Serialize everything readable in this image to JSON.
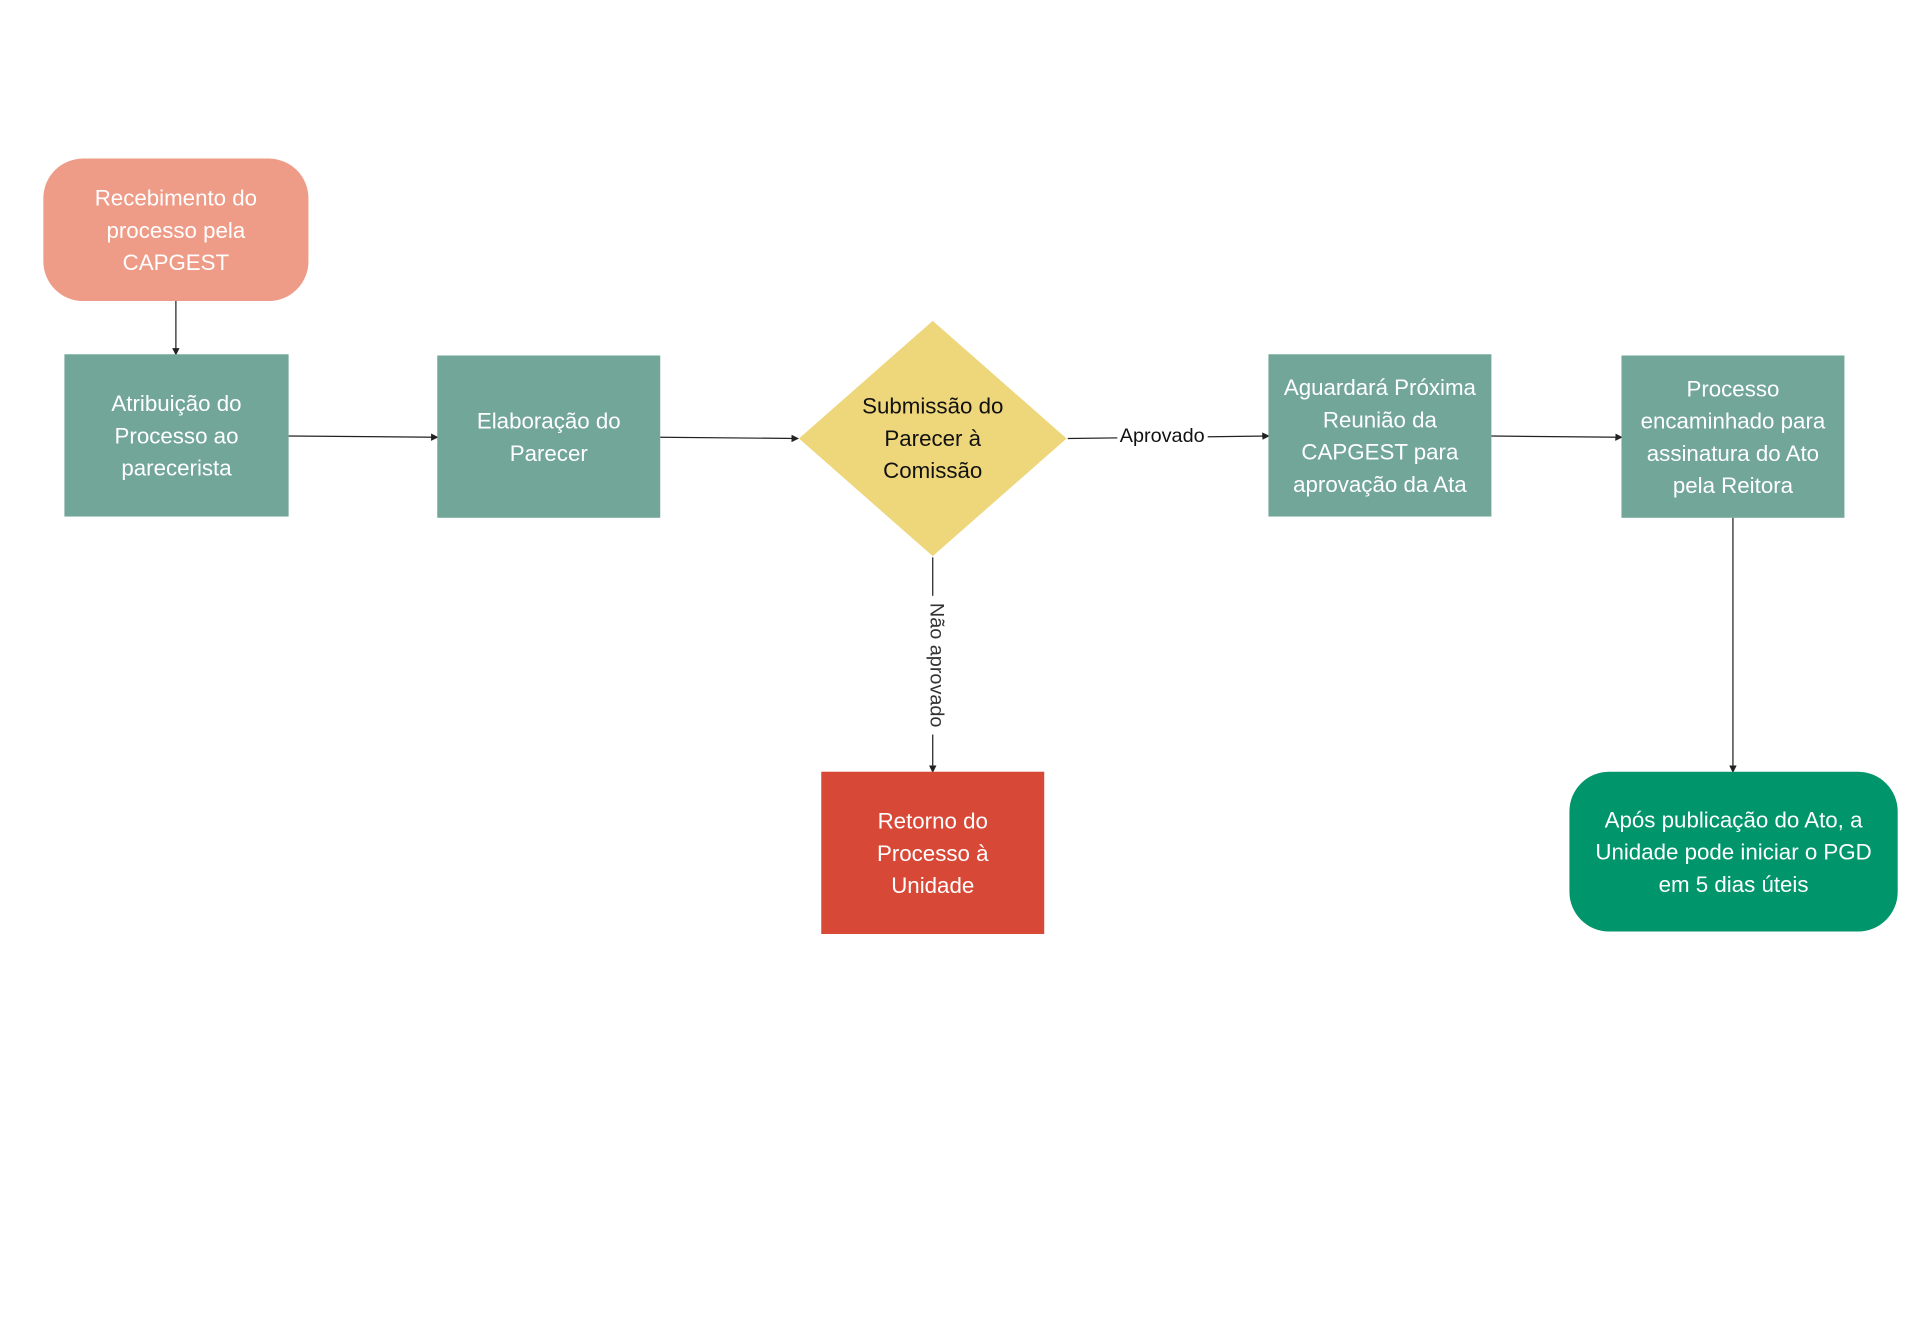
{
  "colors": {
    "start": "#ee9b87",
    "process": "#71a699",
    "decision": "#eed67a",
    "rejected": "#d84837",
    "end": "#00956b",
    "edge": "#222222"
  },
  "nodes": {
    "recebimento": "Recebimento do processo pela CAPGEST",
    "atribuicao": "Atribuição do Processo ao parecerista",
    "elaboracao": "Elaboração do Parecer",
    "submissao": "Submissão do Parecer à Comissão",
    "aguardara": "Aguardará Próxima Reunião da CAPGEST para aprovação da Ata",
    "encaminhado": "Processo encaminhado para assinatura do Ato pela Reitora",
    "retorno": "Retorno do Processo à Unidade",
    "apos": "Após publicação do Ato, a Unidade pode iniciar o PGD em 5 dias úteis"
  },
  "edges": {
    "aprovado": "Aprovado",
    "nao_aprovado": "Não aprovado"
  }
}
